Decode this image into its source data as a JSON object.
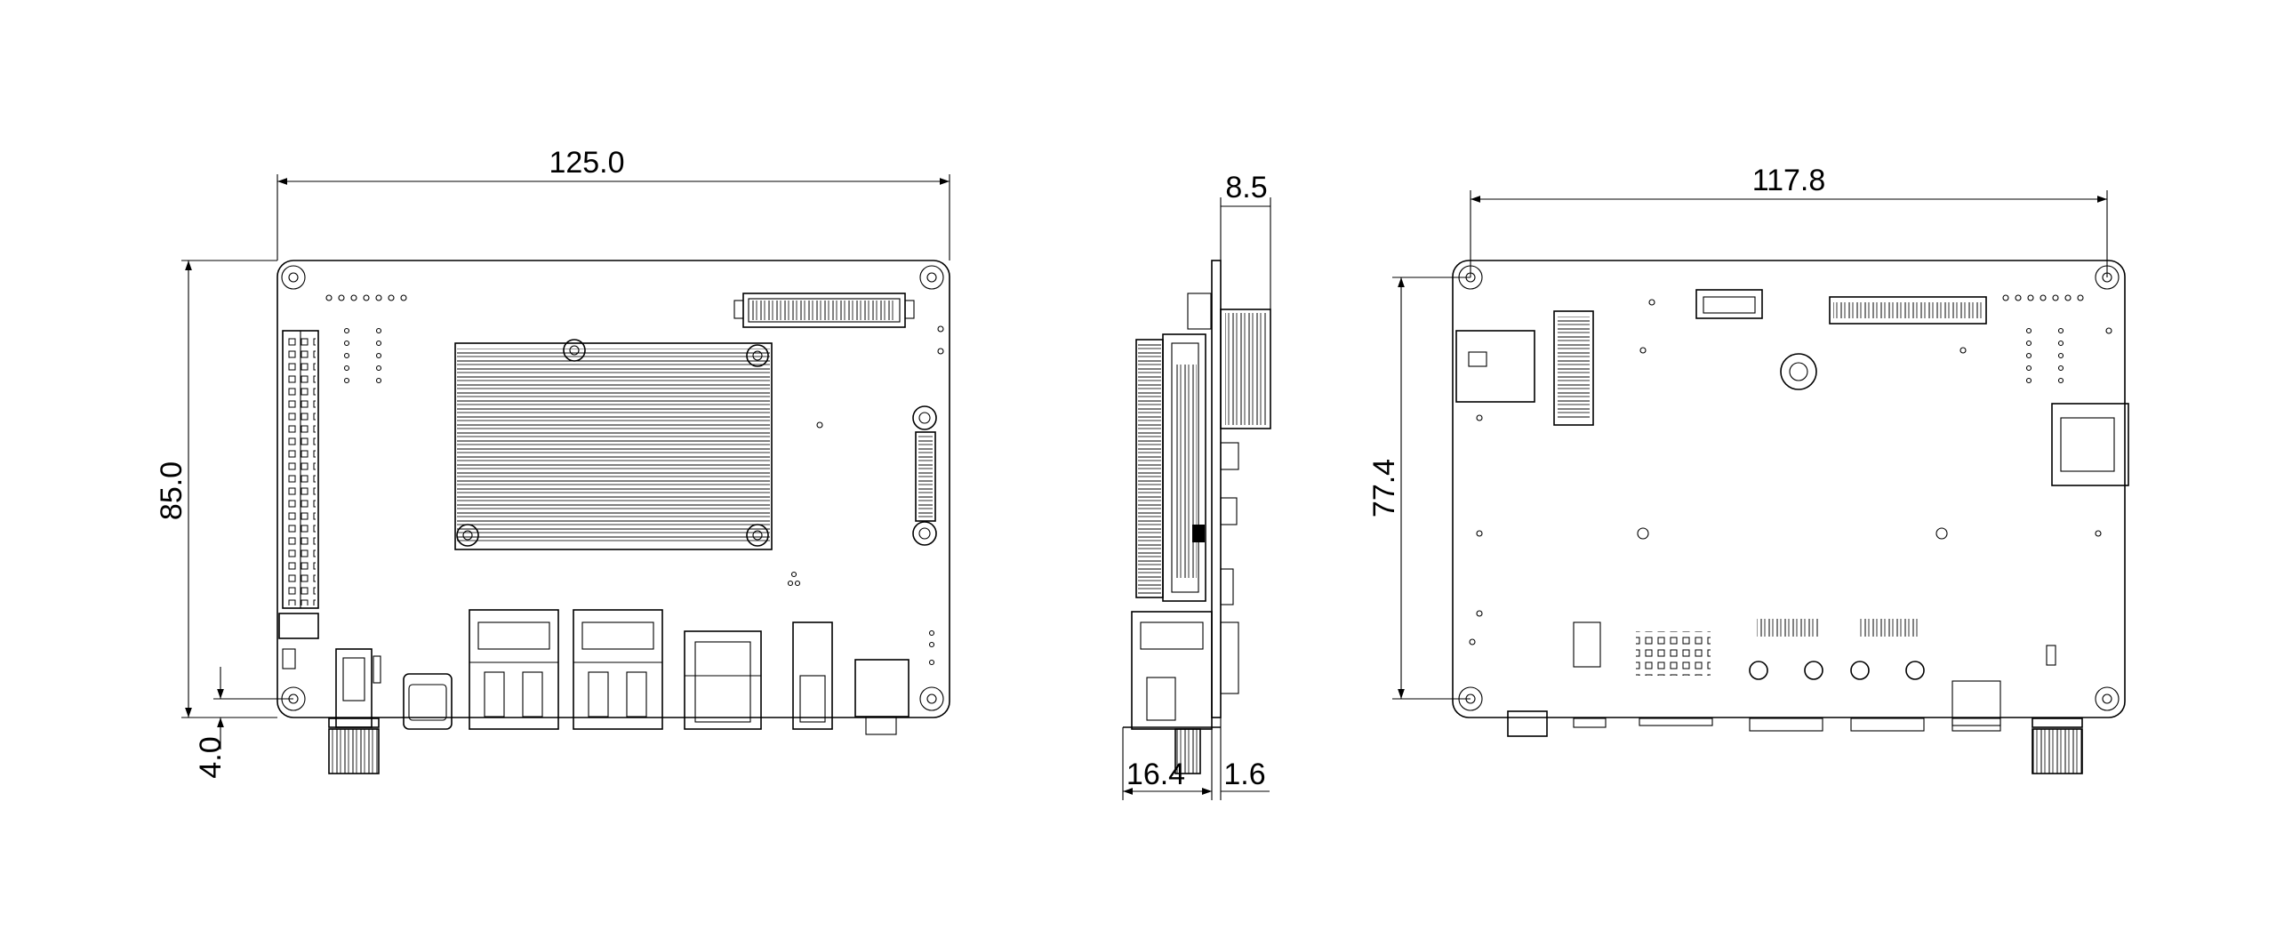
{
  "drawing": {
    "units": "mm",
    "views": {
      "top_view": {
        "dimensions": {
          "width": "125.0",
          "height": "85.0",
          "offset": "4.0"
        }
      },
      "side_view": {
        "dimensions": {
          "total_height": "8.5",
          "bottom_height": "16.4",
          "board_thickness": "1.6"
        }
      },
      "bottom_view": {
        "dimensions": {
          "hole_spacing_x": "117.8",
          "hole_spacing_y": "77.4"
        }
      }
    }
  }
}
